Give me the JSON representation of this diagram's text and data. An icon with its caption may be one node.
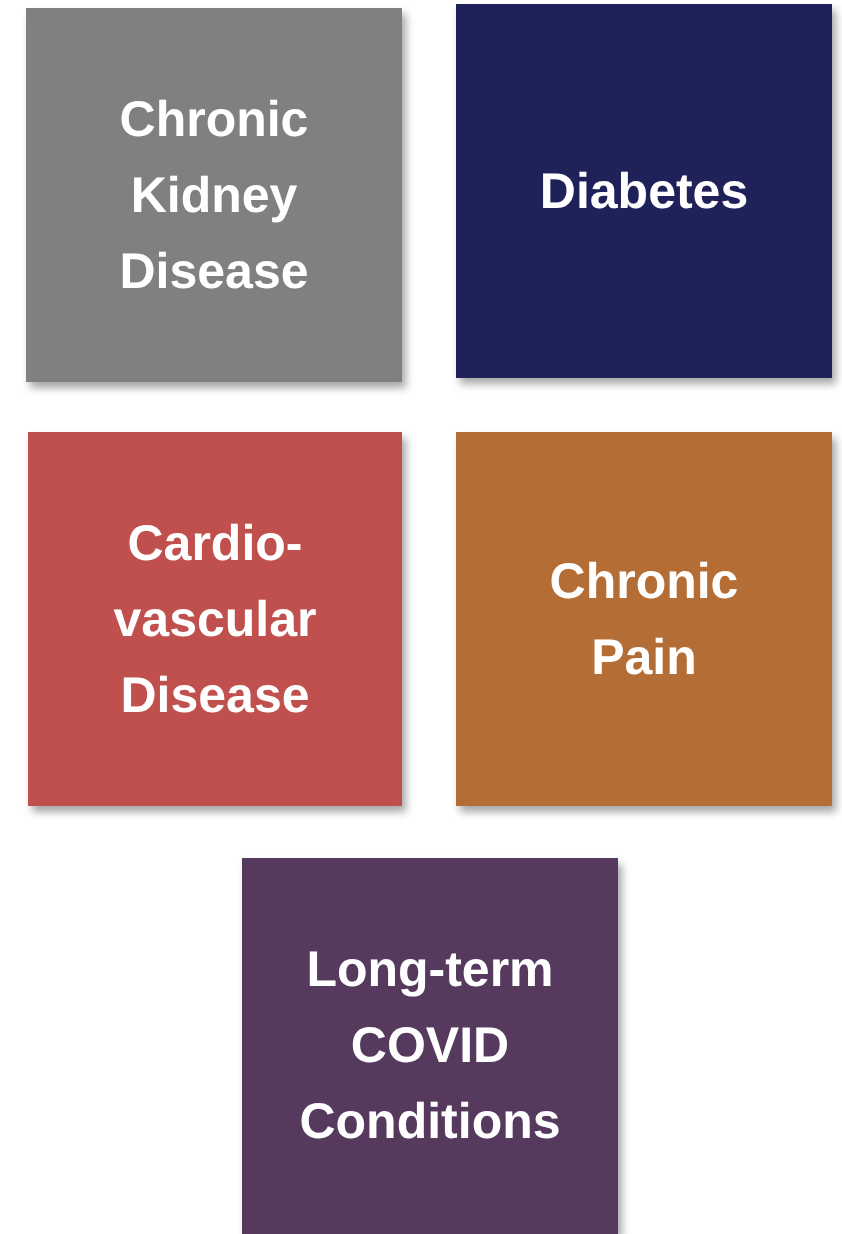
{
  "diagram": {
    "nodes": [
      {
        "text": [
          "Chronic Kidney Disease"
        ]
      },
      {
        "text": [
          "Diabetes"
        ]
      },
      {
        "text": [
          "Cardio-vascular Disease"
        ]
      },
      {
        "text": [
          "Chronic Pain"
        ]
      },
      {
        "text": [
          "Long-term COVID Conditions"
        ]
      }
    ]
  }
}
